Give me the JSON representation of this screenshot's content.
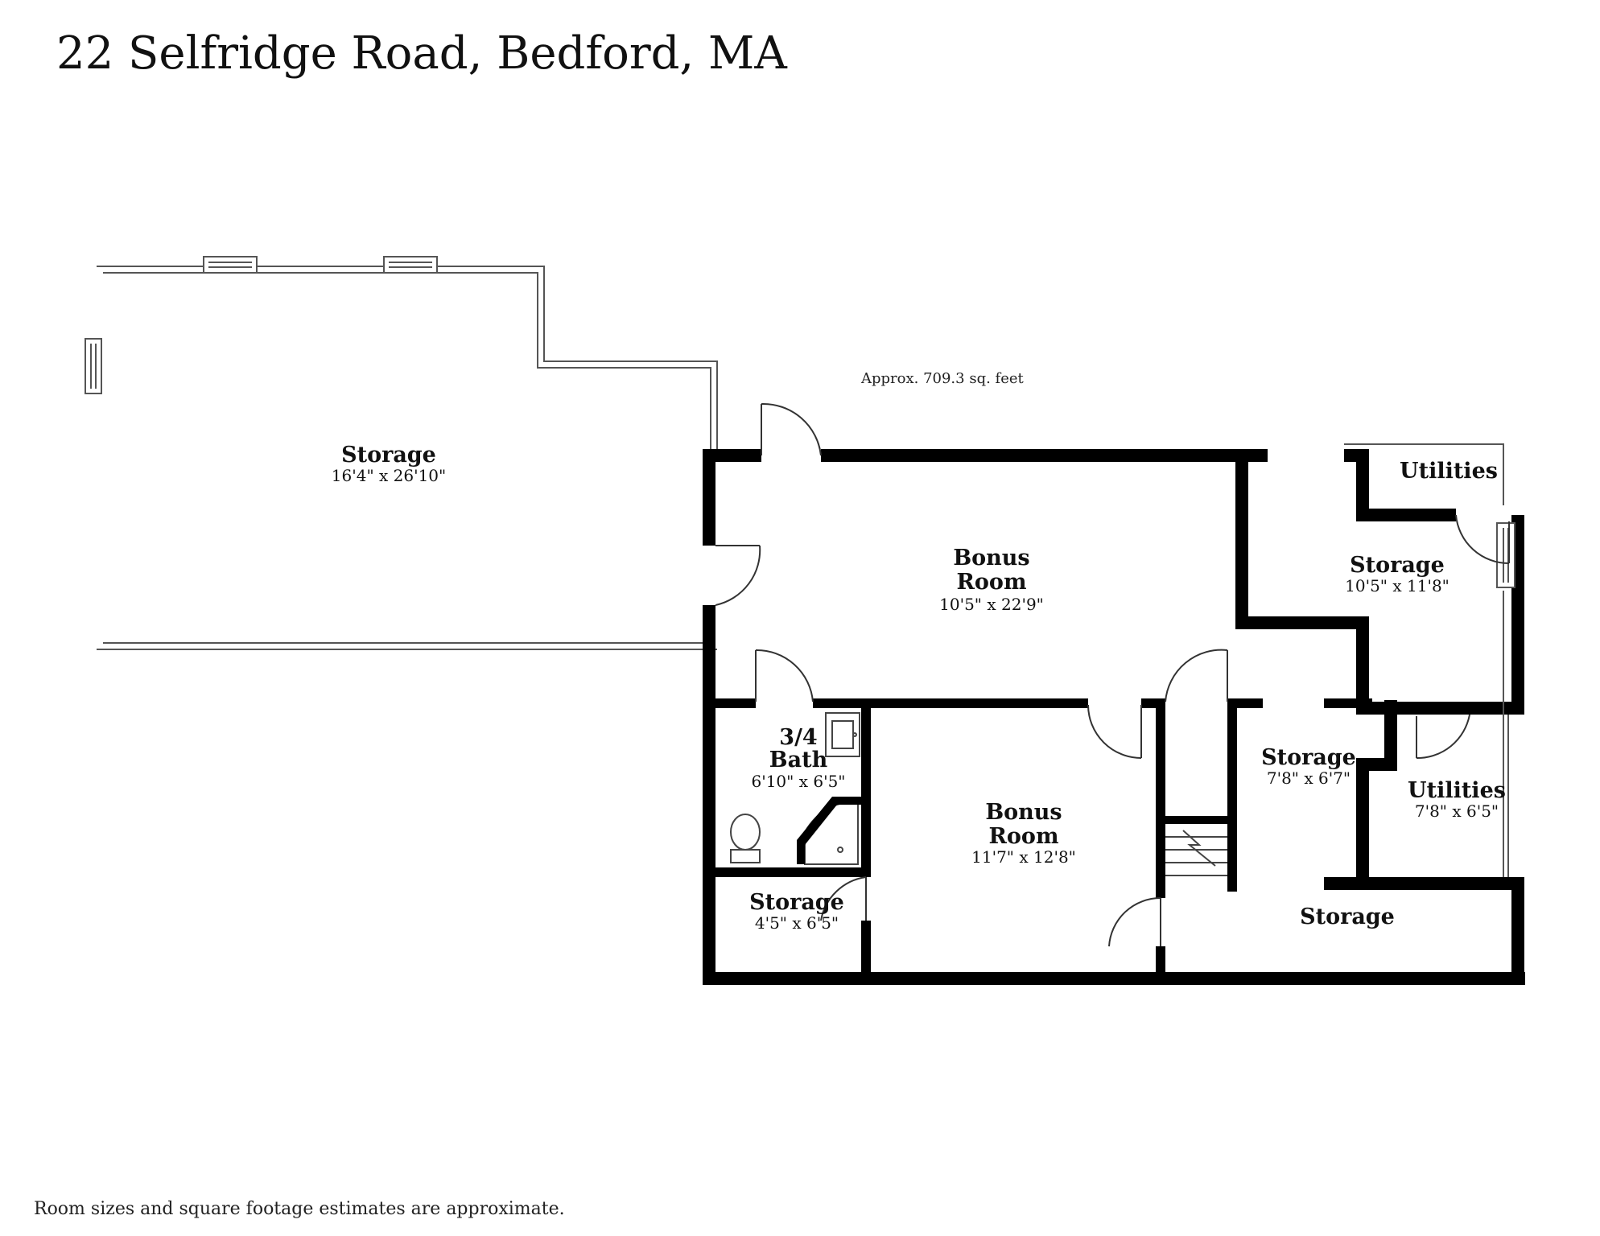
{
  "title": "22 Selfridge Road, Bedford, MA",
  "approx_area": "Approx. 709.3 sq. feet",
  "footer_note": "Room sizes and square footage estimates are approximate.",
  "rooms": {
    "storage_outdoor": {
      "name": "Storage",
      "dims": "16'4\" x 26'10\""
    },
    "bonus_room_upper": {
      "name_line1": "Bonus",
      "name_line2": "Room",
      "dims": "10'5\" x 22'9\""
    },
    "utilities_top": {
      "name": "Utilities"
    },
    "storage_right": {
      "name": "Storage",
      "dims": "10'5\" x 11'8\""
    },
    "bath": {
      "name_line1": "3/4",
      "name_line2": "Bath",
      "dims": "6'10\" x 6'5\""
    },
    "bonus_room_lower": {
      "name_line1": "Bonus",
      "name_line2": "Room",
      "dims": "11'7\" x 12'8\""
    },
    "storage_center": {
      "name": "Storage",
      "dims": "7'8\" x 6'7\""
    },
    "utilities_right": {
      "name": "Utilities",
      "dims": "7'8\" x 6'5\""
    },
    "storage_small": {
      "name": "Storage",
      "dims": "4'5\" x 6'5\""
    },
    "storage_bottom": {
      "name": "Storage"
    }
  },
  "colors": {
    "wall": "#000000",
    "thin_wall": "#555555",
    "background": "#ffffff"
  }
}
